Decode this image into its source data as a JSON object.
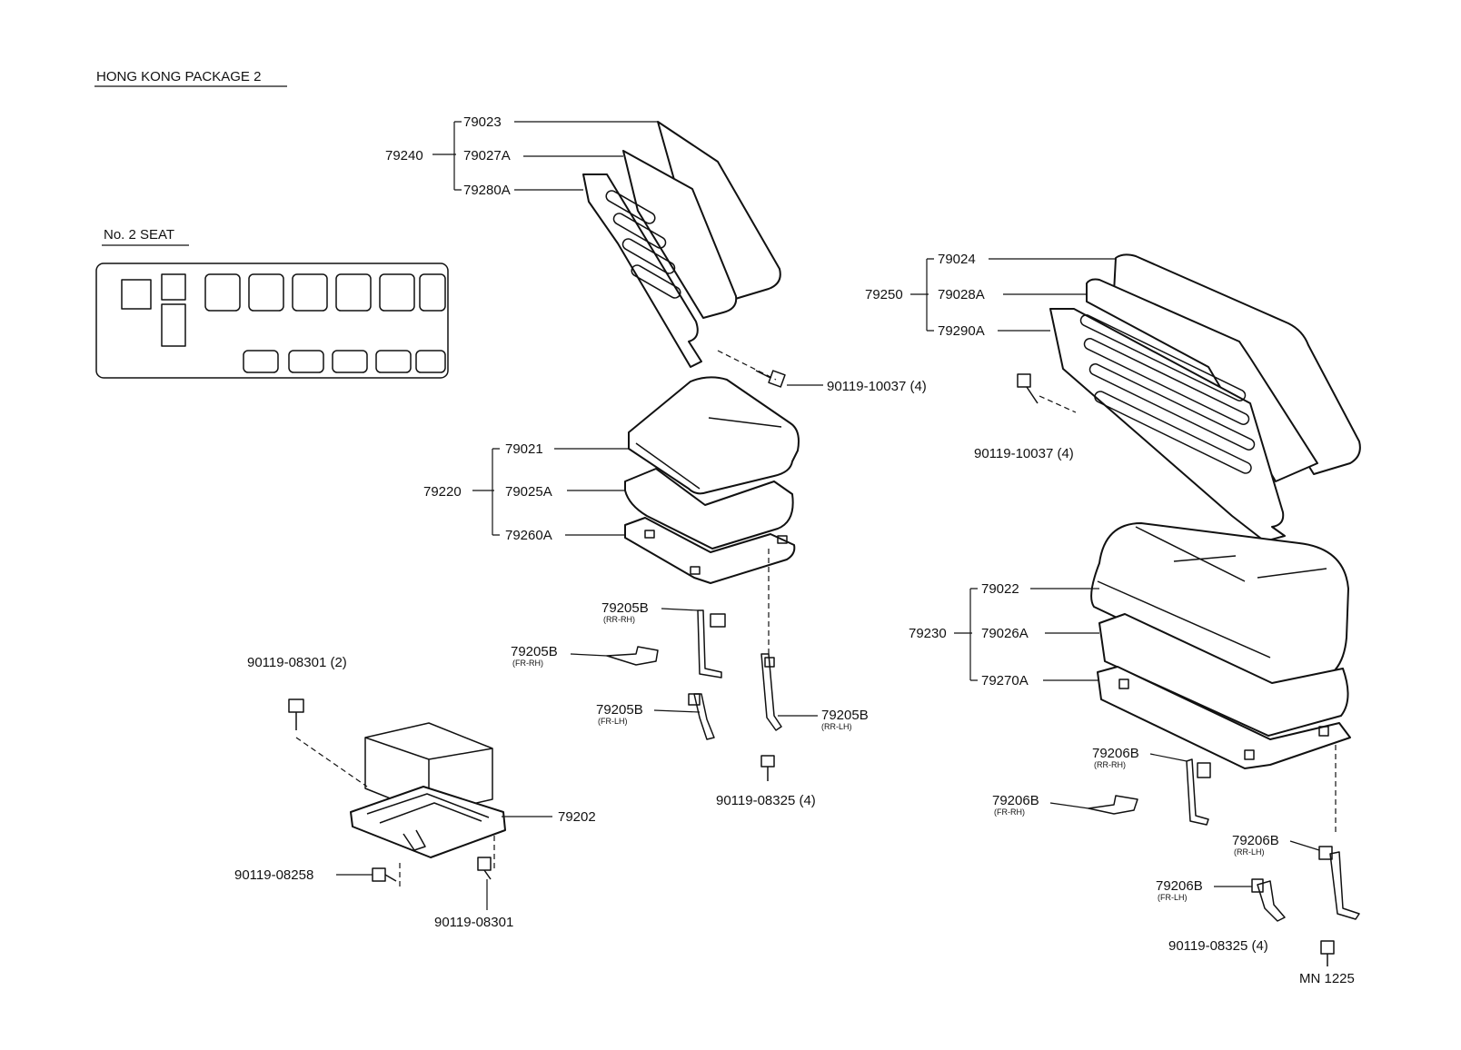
{
  "header": {
    "title": "HONG KONG PACKAGE 2",
    "seat_map_title": "No. 2 SEAT",
    "code": "MN 1225"
  },
  "left_back": {
    "group": "79240",
    "items": [
      "79023",
      "79027A",
      "79280A"
    ],
    "bolt": "90119-10037 (4)"
  },
  "left_cushion": {
    "group": "79220",
    "items": [
      "79021",
      "79025A",
      "79260A"
    ]
  },
  "left_brackets": [
    {
      "part": "79205B",
      "pos": "(RR-RH)"
    },
    {
      "part": "79205B",
      "pos": "(FR-RH)"
    },
    {
      "part": "79205B",
      "pos": "(FR-LH)"
    },
    {
      "part": "79205B",
      "pos": "(RR-LH)"
    }
  ],
  "left_bolt_bottom": "90119-08325 (4)",
  "leg": {
    "part": "79202",
    "bolt_top": "90119-08301 (2)",
    "bolt_left": "90119-08258",
    "bolt_bottom": "90119-08301"
  },
  "right_back": {
    "group": "79250",
    "items": [
      "79024",
      "79028A",
      "79290A"
    ],
    "bolt": "90119-10037 (4)"
  },
  "right_cushion": {
    "group": "79230",
    "items": [
      "79022",
      "79026A",
      "79270A"
    ]
  },
  "right_brackets": [
    {
      "part": "79206B",
      "pos": "(RR-RH)"
    },
    {
      "part": "79206B",
      "pos": "(FR-RH)"
    },
    {
      "part": "79206B",
      "pos": "(RR-LH)"
    },
    {
      "part": "79206B",
      "pos": "(FR-LH)"
    }
  ],
  "right_bolt_bottom": "90119-08325 (4)"
}
